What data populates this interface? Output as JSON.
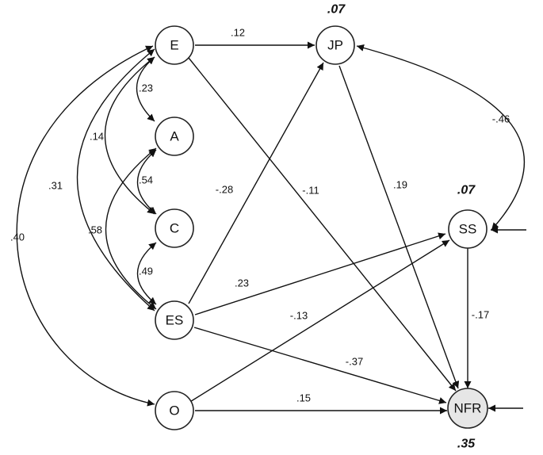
{
  "nodes": {
    "E": "E",
    "A": "A",
    "C": "C",
    "ES": "ES",
    "O": "O",
    "JP": "JP",
    "SS": "SS",
    "NFR": "NFR"
  },
  "r_squared": {
    "JP": ".07",
    "SS": ".07",
    "NFR": ".35"
  },
  "paths": {
    "E_JP": ".12",
    "E_NFR": "-.11",
    "ES_JP": "-.28",
    "JP_NFR": ".19",
    "ES_SS": ".23",
    "ES_NFR": "-.37",
    "O_SS": "-.13",
    "SS_NFR": "-.17",
    "O_NFR": ".15"
  },
  "correlations": {
    "E_A": ".23",
    "E_C": ".14",
    "A_C": ".54",
    "A_ES": ".58",
    "C_ES": ".49",
    "E_ES": ".31",
    "E_O": ".40",
    "JP_SS_residual": "-.46"
  },
  "colors": {
    "stroke": "#111111",
    "outcome_fill": "#e6e6e6"
  }
}
